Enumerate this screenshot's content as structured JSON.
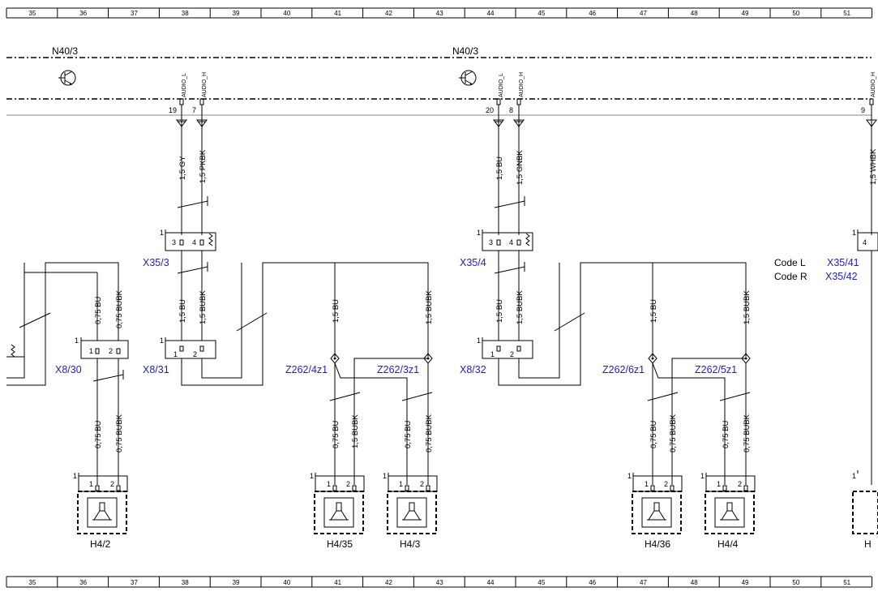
{
  "ruler": [
    "35",
    "36",
    "37",
    "38",
    "39",
    "40",
    "41",
    "42",
    "43",
    "44",
    "45",
    "46",
    "47",
    "48",
    "49",
    "50",
    "51"
  ],
  "units": [
    {
      "name": "N40/3",
      "pins": [
        {
          "num": "19",
          "signal": "AUDIO_L"
        },
        {
          "num": "7",
          "signal": "AUDIO_H"
        }
      ]
    },
    {
      "name": "N40/3",
      "pins": [
        {
          "num": "20",
          "signal": "AUDIO_L"
        },
        {
          "num": "8",
          "signal": "AUDIO_H"
        }
      ]
    }
  ],
  "right_pin": {
    "num": "9",
    "signal": "AUDIO_H"
  },
  "wires": {
    "gy": "1,5 GY",
    "pkbk": "1,5 PKBK",
    "bu15": "1,5 BU",
    "gnbk": "1,5 GNBK",
    "bubk15": "1,5 BUBK",
    "bu075": "0,75 BU",
    "bubk075": "0,75 BUBK",
    "wh_partial": "1,5 WHBK"
  },
  "connectors": {
    "x35_3": "X35/3",
    "x35_4": "X35/4",
    "x8_30": "X8/30",
    "x8_31": "X8/31",
    "x8_32": "X8/32",
    "z262_4z1": "Z262/4z1",
    "z262_3z1": "Z262/3z1",
    "z262_6z1": "Z262/6z1",
    "z262_5z1": "Z262/5z1"
  },
  "pin_labels": {
    "p1": "1",
    "p2": "2",
    "p3": "3",
    "p4": "4"
  },
  "speakers": [
    "H4/2",
    "H4/35",
    "H4/3",
    "H4/36",
    "H4/4",
    "H"
  ],
  "codes": [
    {
      "code": "Code L",
      "ref": "X35/41"
    },
    {
      "code": "Code R",
      "ref": "X35/42"
    }
  ]
}
